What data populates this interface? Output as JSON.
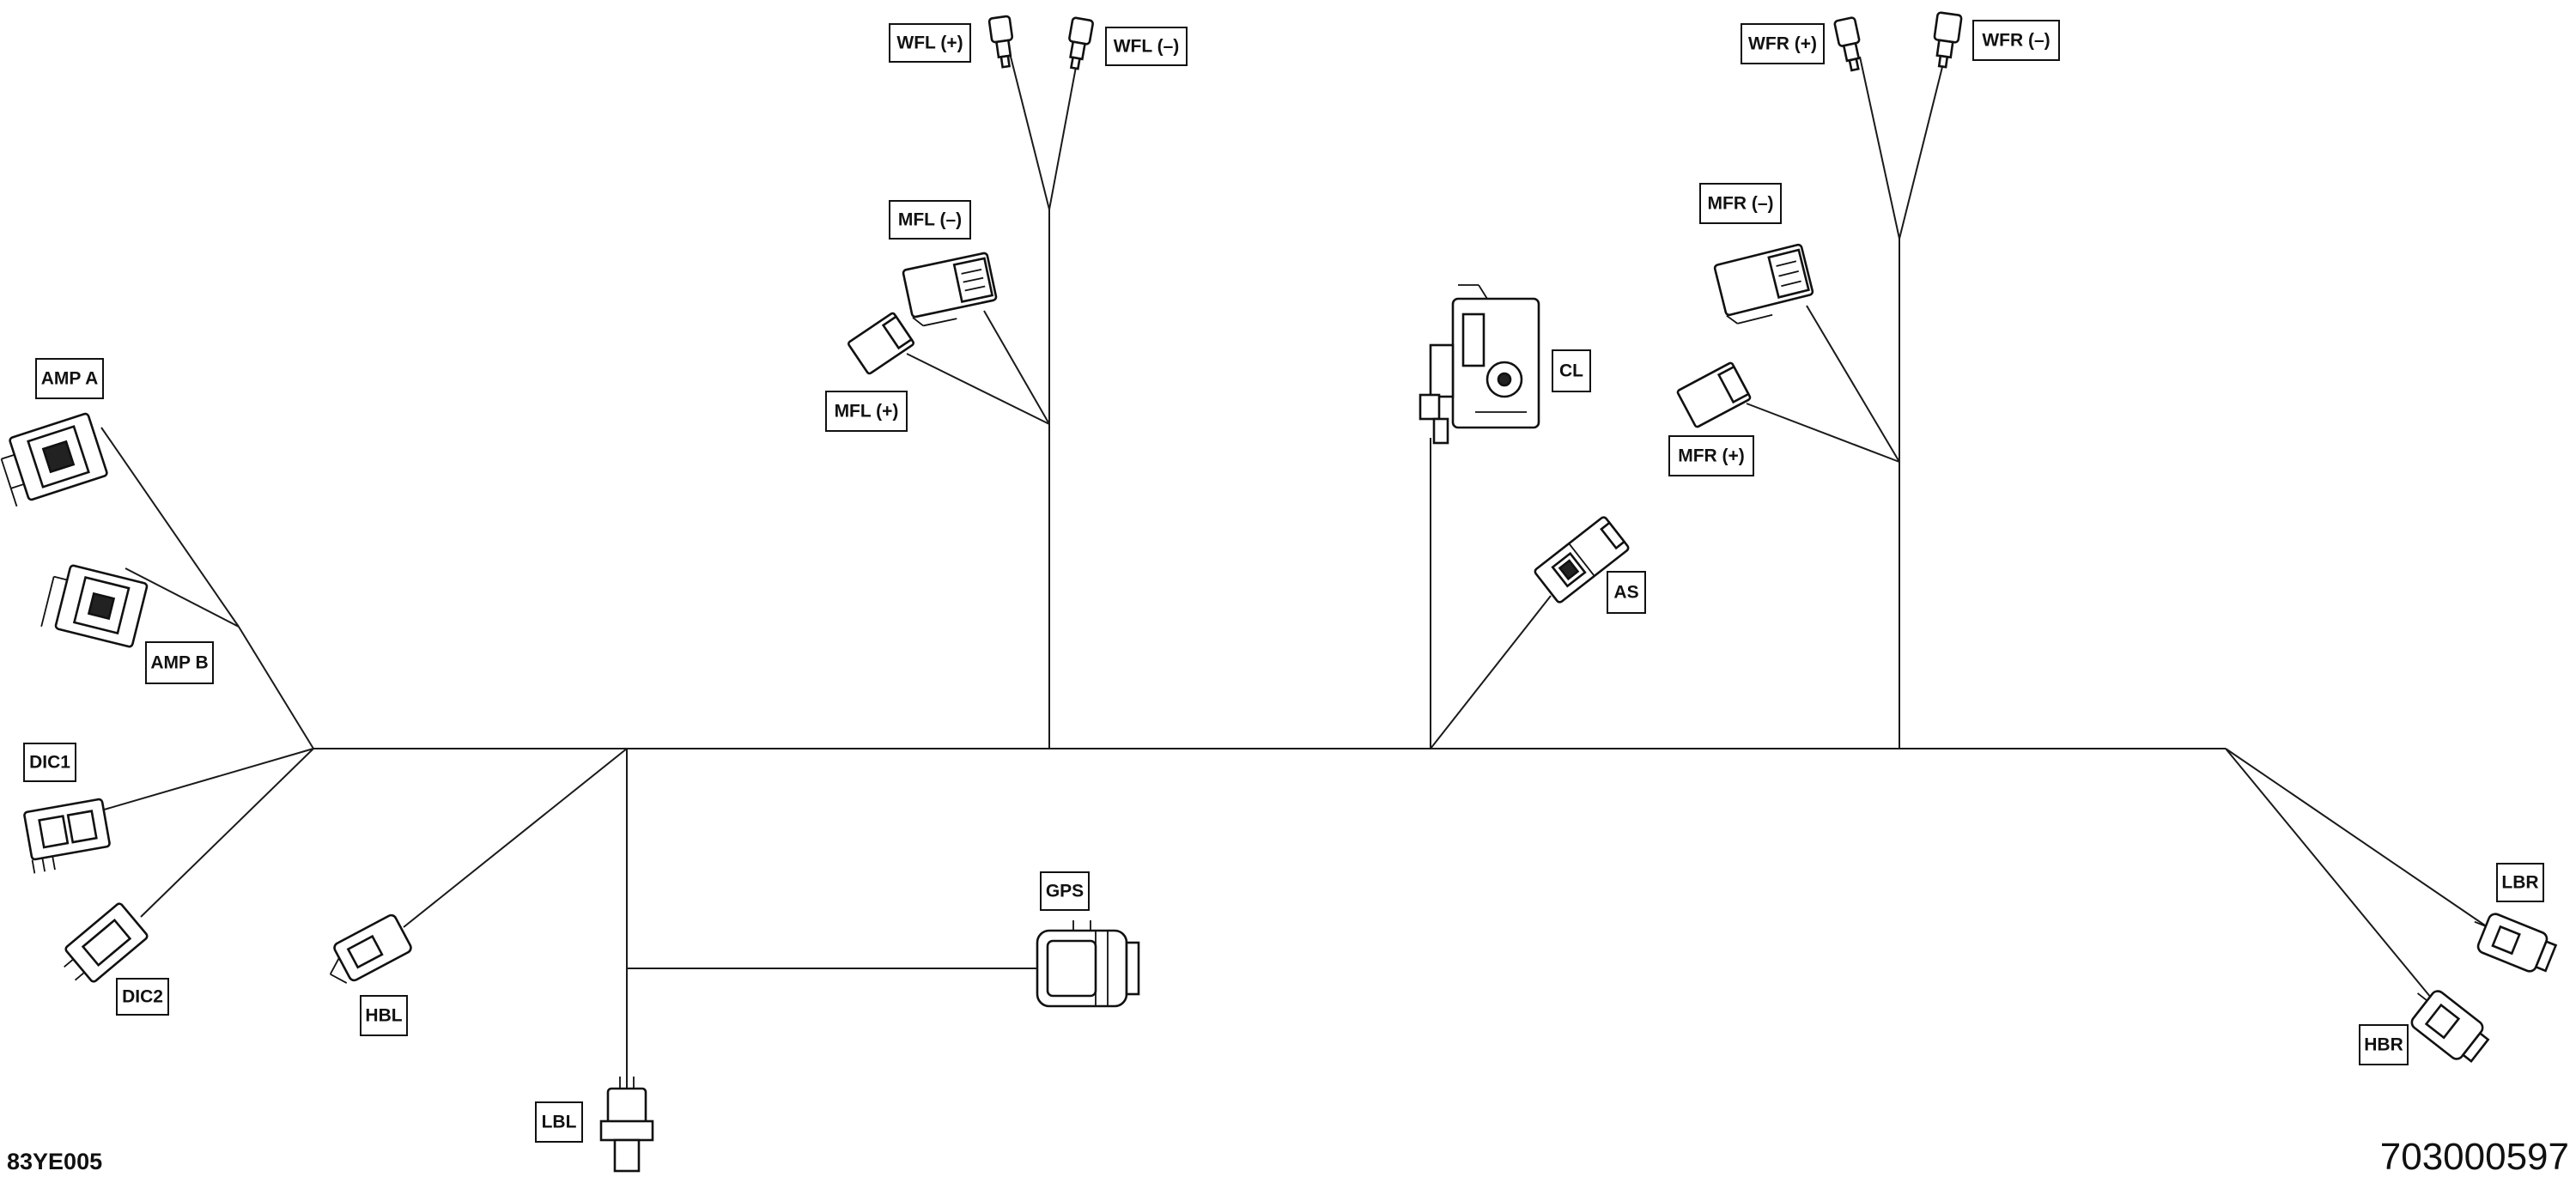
{
  "diagram": {
    "drawing_code": "83YE005",
    "part_number": "703000597",
    "connectors": {
      "amp_a": "AMP A",
      "amp_b": "AMP B",
      "dic1": "DIC1",
      "dic2": "DIC2",
      "hbl": "HBL",
      "lbl": "LBL",
      "gps": "GPS",
      "wfl_plus": "WFL (+)",
      "wfl_minus": "WFL (–)",
      "mfl_minus": "MFL (–)",
      "mfl_plus": "MFL (+)",
      "cl": "CL",
      "as": "AS",
      "wfr_plus": "WFR (+)",
      "wfr_minus": "WFR (–)",
      "mfr_minus": "MFR (–)",
      "mfr_plus": "MFR (+)",
      "lbr": "LBR",
      "hbr": "HBR"
    }
  }
}
